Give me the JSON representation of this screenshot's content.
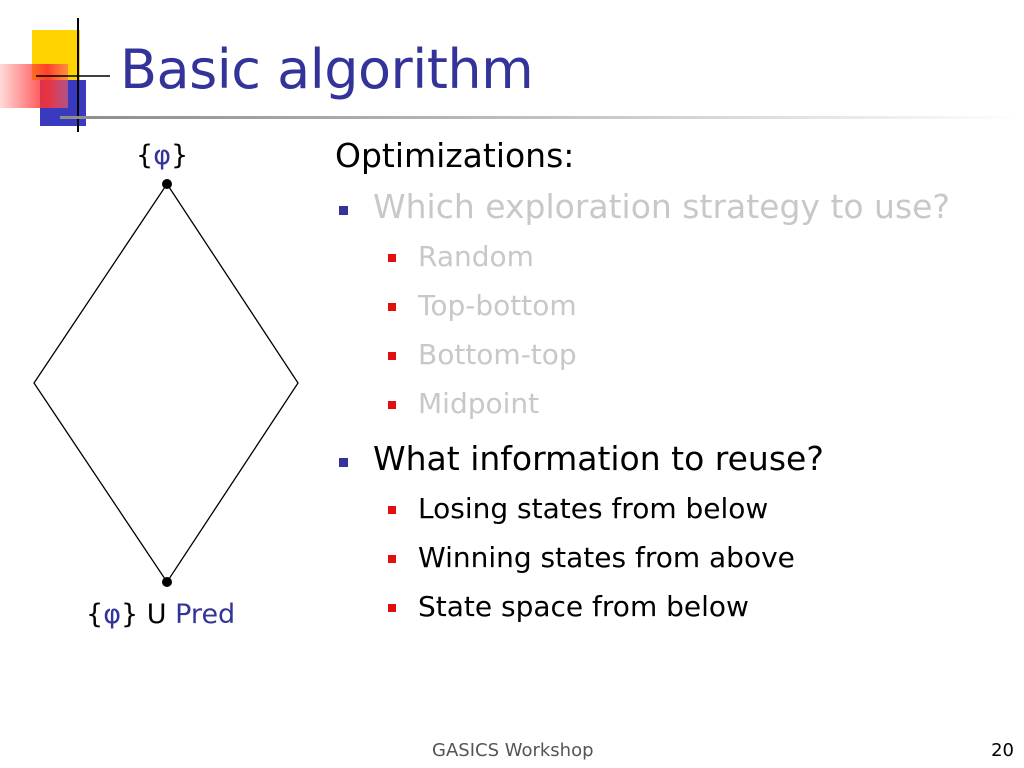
{
  "slide": {
    "title": "Basic algorithm",
    "colors": {
      "title": "#333399",
      "bullet_level1": "#333399",
      "bullet_level2": "#e01010",
      "dimmed_text": "#c8c8c8"
    },
    "diagram": {
      "top_label": {
        "open": "{",
        "phi": "φ",
        "close": "}"
      },
      "bottom_label": {
        "open": "{",
        "phi": "φ",
        "close": "}",
        "union": " U ",
        "pred": "Pred"
      }
    },
    "content": {
      "heading": "Optimizations:",
      "items": [
        {
          "label": "Which exploration strategy to use?",
          "dimmed": true,
          "subitems": [
            "Random",
            "Top-bottom",
            "Bottom-top",
            "Midpoint"
          ]
        },
        {
          "label": "What information to reuse?",
          "dimmed": false,
          "subitems": [
            "Losing states from below",
            "Winning states from above",
            "State space from below"
          ]
        }
      ]
    },
    "footer": {
      "text": "GASICS Workshop",
      "page": "20"
    }
  }
}
